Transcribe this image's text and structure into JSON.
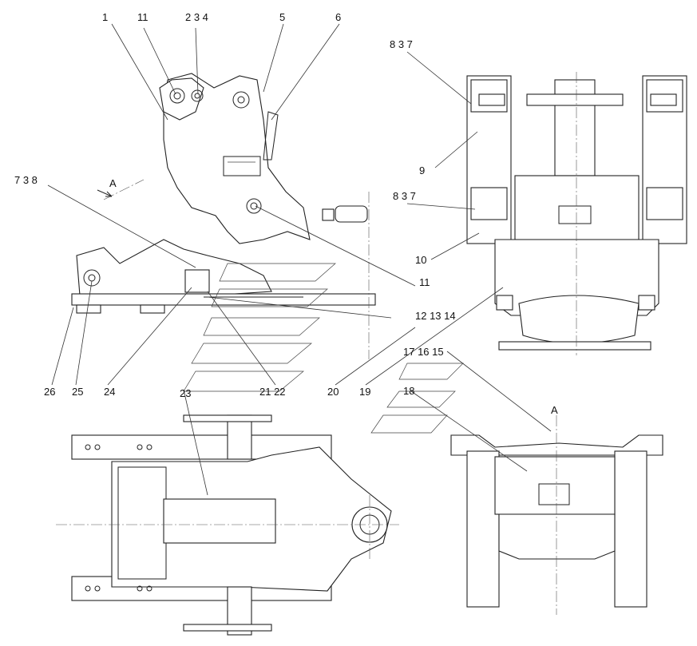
{
  "callouts": [
    {
      "id": "c1",
      "text": "1"
    },
    {
      "id": "c11a",
      "text": "11"
    },
    {
      "id": "c234",
      "text": "2 3 4"
    },
    {
      "id": "c5",
      "text": "5"
    },
    {
      "id": "c6",
      "text": "6"
    },
    {
      "id": "c837a",
      "text": "8 3 7"
    },
    {
      "id": "c9",
      "text": "9"
    },
    {
      "id": "c738",
      "text": "7 3 8"
    },
    {
      "id": "c837b",
      "text": "8 3 7"
    },
    {
      "id": "c10",
      "text": "10"
    },
    {
      "id": "c11b",
      "text": "11"
    },
    {
      "id": "c121314",
      "text": "12 13 14"
    },
    {
      "id": "c171615",
      "text": "17 16 15"
    },
    {
      "id": "c18",
      "text": "18"
    },
    {
      "id": "c26",
      "text": "26"
    },
    {
      "id": "c25",
      "text": "25"
    },
    {
      "id": "c24",
      "text": "24"
    },
    {
      "id": "c2122",
      "text": "21 22"
    },
    {
      "id": "c20",
      "text": "20"
    },
    {
      "id": "c19",
      "text": "19"
    },
    {
      "id": "c23",
      "text": "23"
    }
  ],
  "view_labels": {
    "arrow_a": "A",
    "section_a": "A"
  }
}
